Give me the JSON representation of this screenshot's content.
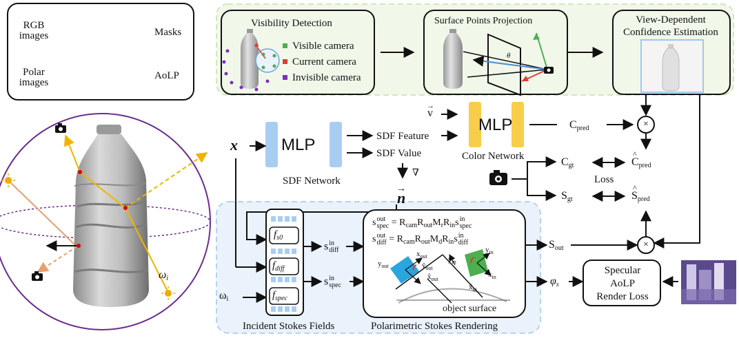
{
  "inputs": {
    "rgb_label": "RGB images",
    "masks_label": "Masks",
    "polar_label": "Polar images",
    "aolp_label": "AoLP"
  },
  "visibility": {
    "title": "Visibility Detection",
    "legend": [
      {
        "label": "Visible camera",
        "color": "#4caf50"
      },
      {
        "label": "Current camera",
        "color": "#e53935"
      },
      {
        "label": "Invisible camera",
        "color": "#7b2fbf"
      }
    ]
  },
  "projection": {
    "title": "Surface Points Projection",
    "theta": "θ"
  },
  "confidence": {
    "title_line1": "View-Dependent",
    "title_line2": "Confidence Estimation"
  },
  "sdf": {
    "mlp": "MLP",
    "network_label": "SDF Network",
    "input": "x",
    "feature": "SDF Feature",
    "value": "SDF Value",
    "grad": "∇",
    "normal": "n"
  },
  "color": {
    "mlp": "MLP",
    "network_label": "Color Network",
    "view": "v",
    "c_pred": "C",
    "c_pred_sub": "pred",
    "times": "×"
  },
  "loss": {
    "c_gt": "C",
    "c_gt_sub": "gt",
    "c_hat": "C",
    "c_hat_sub": "pred",
    "s_gt": "S",
    "s_gt_sub": "gt",
    "s_hat": "S",
    "s_hat_sub": "pred",
    "label": "Loss"
  },
  "stokes": {
    "fs0": "f",
    "fs0_sub": "s0",
    "fdiff": "f",
    "fdiff_sub": "diff",
    "fspec": "f",
    "fspec_sub": "spec",
    "s_diff": "s",
    "s_diff_sup": "in",
    "s_diff_sub": "diff",
    "s_spec": "s",
    "s_spec_sup": "in",
    "s_spec_sub": "spec",
    "omega": "ω",
    "omega_sub": "i",
    "fields_label": "Incident Stokes Fields"
  },
  "rendering": {
    "eq1_lhs": "s",
    "eq1_lhs_sup": "out",
    "eq1_lhs_sub": "spec",
    "eq1_rhs": "= R",
    "eq1_cam": "cam",
    "eq1_R": "R",
    "eq1_out": "out",
    "eq1_M": "M",
    "eq1_Msub": "r",
    "eq1_Rin": "R",
    "eq1_in": "in",
    "eq1_s": "s",
    "eq1_s_sup": "in",
    "eq1_s_sub": "spec",
    "eq2_lhs": "s",
    "eq2_lhs_sup": "out",
    "eq2_lhs_sub": "diff",
    "eq2_rhs": "= R",
    "eq2_cam": "cam",
    "eq2_R": "R",
    "eq2_out": "out",
    "eq2_M": "M",
    "eq2_Msub": "d",
    "eq2_Rin": "R",
    "eq2_in": "in",
    "eq2_s": "s",
    "eq2_s_sup": "in",
    "eq2_s_sub": "diff",
    "labels": {
      "x_out": "x",
      "x_out_sub": "out",
      "y_out": "y",
      "y_out_sub": "out",
      "yhat_out": "ŷ",
      "yhat_out_sub": "out",
      "xhat_out": "x̂",
      "xhat_out_sub": "out",
      "yhat_in": "ŷ",
      "yhat_in_sub": "in",
      "y_in": "y",
      "y_in_sub": "in",
      "x_in": "x",
      "x_in_sub": "in",
      "xhat_in": "x̂",
      "xhat_in_sub": "in"
    },
    "surface_label": "object surface",
    "caption": "Polarimetric Stokes Rendering"
  },
  "outputs": {
    "s_out": "S",
    "s_out_sub": "out",
    "phi": "φ",
    "phi_sub": "s",
    "times": "×"
  },
  "specular": {
    "line1": "Specular",
    "line2": "AoLP",
    "line3": "Render Loss"
  },
  "scene": {
    "omega": "ω",
    "omega_sub": "i"
  }
}
